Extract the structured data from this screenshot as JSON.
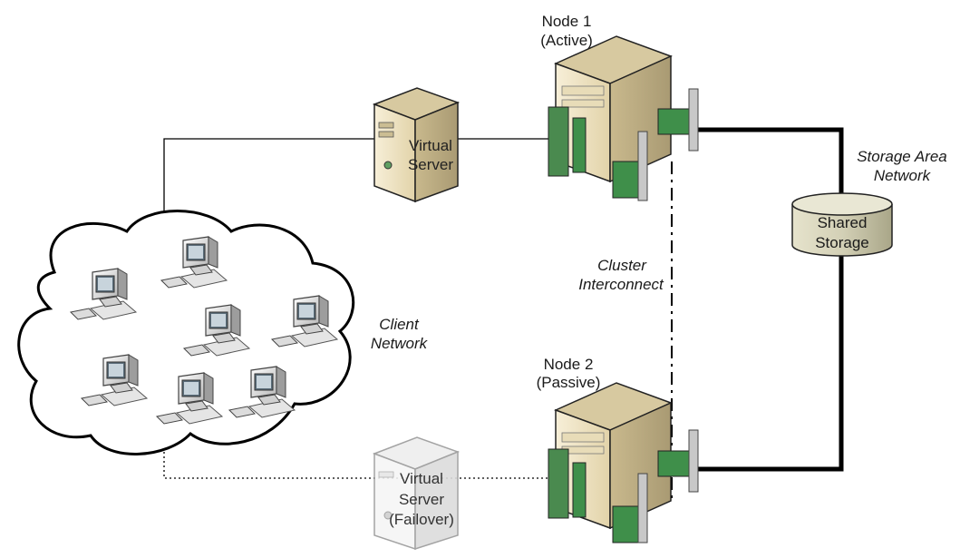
{
  "nodes": {
    "node1": {
      "name": "Node 1",
      "role": "(Active)"
    },
    "node2": {
      "name": "Node 2",
      "role": "(Passive)"
    }
  },
  "virtual_server": {
    "line1": "Virtual",
    "line2": "Server"
  },
  "virtual_server_failover": {
    "line1": "Virtual",
    "line2": "Server",
    "line3": "(Failover)"
  },
  "shared_storage": {
    "line1": "Shared",
    "line2": "Storage"
  },
  "labels": {
    "san_line1": "Storage Area",
    "san_line2": "Network",
    "cluster_line1": "Cluster",
    "cluster_line2": "Interconnect",
    "client_line1": "Client",
    "client_line2": "Network"
  },
  "colors": {
    "server_body": "#efe3c4",
    "server_dark": "#a99a73",
    "nic_green": "#3f8f4a",
    "storage": "#d3d0b6",
    "line": "#000000"
  }
}
